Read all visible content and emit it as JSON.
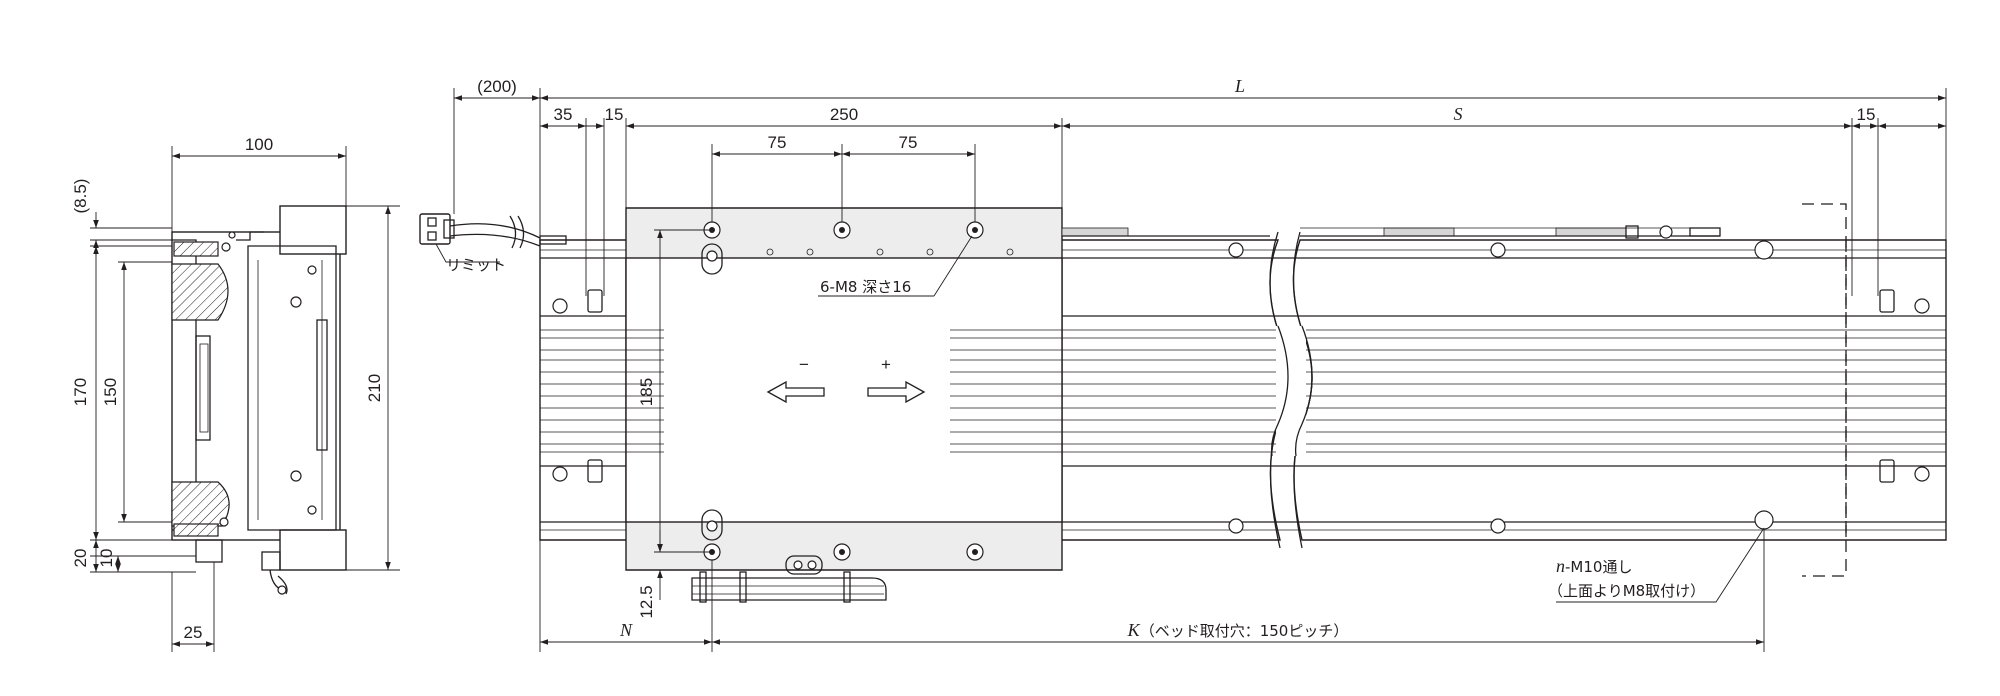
{
  "side_view": {
    "width_100": "100",
    "top_offset": "(8.5)",
    "h_170": "170",
    "h_150": "150",
    "h_210": "210",
    "h_20": "20",
    "h_10": "10",
    "w_25": "25"
  },
  "front_view": {
    "cable_200": "(200)",
    "length_L": "L",
    "d35": "35",
    "d15_left": "15",
    "d250": "250",
    "stroke_S": "S",
    "d15_right": "15",
    "d75_a": "75",
    "d75_b": "75",
    "d185": "185",
    "d12_5": "12.5",
    "minus_sign": "−",
    "plus_sign": "+",
    "N": "N",
    "K_letter": "K",
    "K_note": "（ベッド取付穴：150ピッチ）"
  },
  "labels": {
    "limit": "リミット",
    "tap_holes": "6-M8 深さ16",
    "n_holes_n": "n",
    "n_holes_rest": "-M10通し",
    "n_holes_sub": "（上面よりM8取付け）"
  },
  "icons": {
    "arrow_left": "arrow-left-outline",
    "arrow_right": "arrow-right-outline",
    "connector": "connector-plug"
  },
  "colors": {
    "line": "#231f20",
    "plate_fill": "#ededed",
    "background": "#ffffff"
  }
}
